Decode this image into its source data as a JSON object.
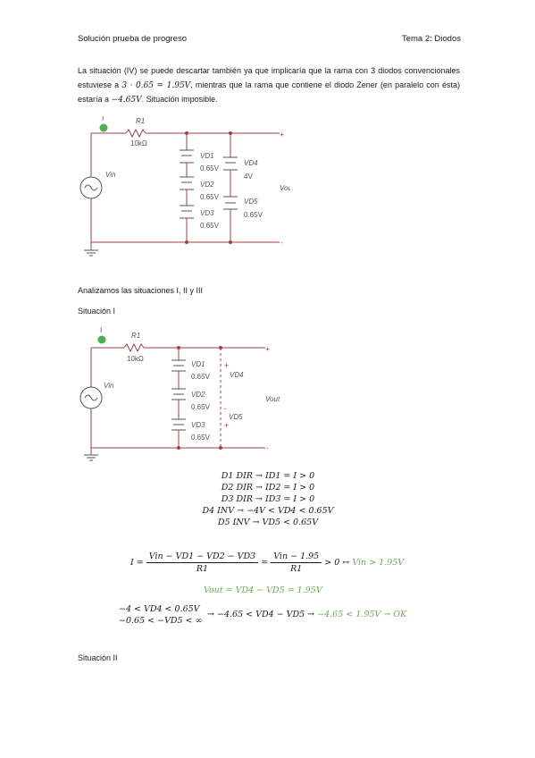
{
  "header": {
    "left": "Solución prueba de progreso",
    "right": "Tema 2: Diodos"
  },
  "intro": {
    "part1": "La situación (IV) se puede descartar también ya que implicaría que la rama con 3 diodos convencionales estuviese a ",
    "math1": "3 · 0.65 = 1.95V",
    "part2": ", mientras que la rama que contiene el diodo Zener (en paralelo con ésta) estaría a ",
    "math2": "−4.65V",
    "part3": ". Situación imposible."
  },
  "circuit1": {
    "probe": "I",
    "r1_name": "R1",
    "r1_value": "10kΩ",
    "source": "Vin",
    "vd1": "VD1",
    "vd1_value": "0.65V",
    "vd2": "VD2",
    "vd2_value": "0.65V",
    "vd3": "VD3",
    "vd3_value": "0.65V",
    "vd4": "VD4",
    "vd4_value": "4V",
    "vd5": "VD5",
    "vd5_value": "0.65V",
    "vout": "Vout",
    "plus": "+",
    "minus": "-"
  },
  "section_heading": "Analizamos las situaciones I, II y III",
  "situation1_title": "Situación I",
  "circuit2": {
    "probe": "I",
    "r1_name": "R1",
    "r1_value": "10kΩ",
    "source": "Vin",
    "vd1": "VD1",
    "vd1_value": "0.65V",
    "vd2": "VD2",
    "vd2_value": "0.65V",
    "vd3": "VD3",
    "vd3_value": "0.65V",
    "vd4": "VD4",
    "vd5": "VD5",
    "vout": "Vout",
    "plus": "+",
    "minus": "-"
  },
  "conditions": [
    "D1 DIR → ID1 = I > 0",
    "D2 DIR → ID2 = I > 0",
    "D3 DIR → ID3 = I > 0",
    "D4 INV → −4V < VD4 < 0.65V",
    "D5 INV → VD5 < 0.65V"
  ],
  "current_eq": {
    "lhs": "I =",
    "num1": "Vin − VD1 − VD2 − VD3",
    "den1": "R1",
    "eq": "=",
    "num2": "Vin − 1.95",
    "den2": "R1",
    "tail": "> 0 ↔",
    "result": "Vin > 1.95V"
  },
  "vout_eq": "Vout = VD4 − VD5 = 1.95V",
  "range_eq": {
    "line1": "−4 < VD4 < 0.65V",
    "line2": "−0.65 < −VD5 < ∞",
    "mid": "→ −4.65 < VD4 − VD5 →",
    "result": "−4.65 < 1.95V → OK"
  },
  "situation2_title": "Situación II"
}
